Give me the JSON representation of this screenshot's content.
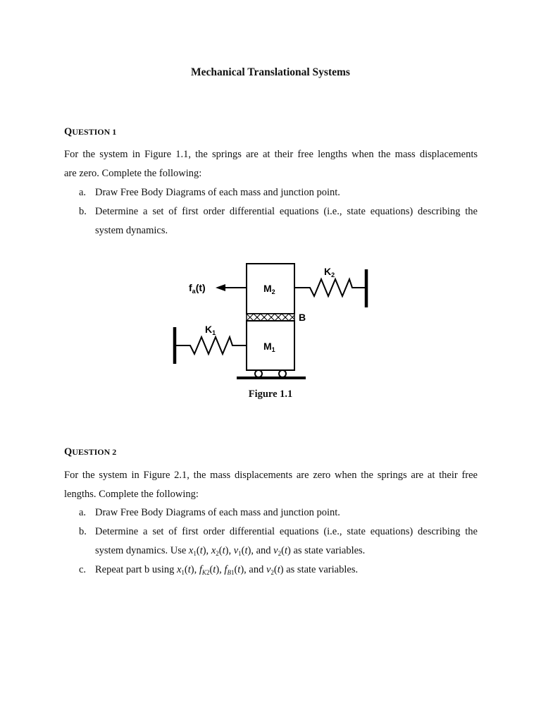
{
  "title": "Mechanical Translational Systems",
  "question1": {
    "heading_first": "Q",
    "heading_rest": "UESTION 1",
    "intro_line1": "For the system in Figure 1.1, the springs are at their free lengths when the mass displacements",
    "intro_line2": "are zero. Complete the following:",
    "items": [
      {
        "marker": "a.",
        "line1": "Draw Free Body Diagrams of each mass and junction point."
      },
      {
        "marker": "b.",
        "line1": "Determine a set of first order differential equations (i.e., state equations) describing the",
        "line2": "system dynamics."
      }
    ],
    "figure": {
      "labels": {
        "force": "f",
        "force_sub": "a",
        "force_arg": "(t)",
        "m2": "M",
        "m2_sub": "2",
        "m1": "M",
        "m1_sub": "1",
        "k1": "K",
        "k1_sub": "1",
        "k2": "K",
        "k2_sub": "2",
        "b": "B"
      },
      "caption": "Figure 1.1"
    }
  },
  "question2": {
    "heading_first": "Q",
    "heading_rest": "UESTION 2",
    "intro_line1": "For the system in Figure 2.1, the mass displacements are zero when the springs are at their free",
    "intro_line2": "lengths. Complete the following:",
    "items": [
      {
        "marker": "a.",
        "line1": "Draw Free Body Diagrams of each mass and junction point."
      },
      {
        "marker": "b.",
        "line1": "Determine a set of first order differential equations (i.e., state equations) describing the",
        "line2": "system dynamics. Use x1(t), x2(t), v1(t), and v2(t) as state variables."
      },
      {
        "marker": "c.",
        "line1": "Repeat part b using x1(t), fK2(t), fB1(t), and v2(t) as state variables."
      }
    ]
  }
}
